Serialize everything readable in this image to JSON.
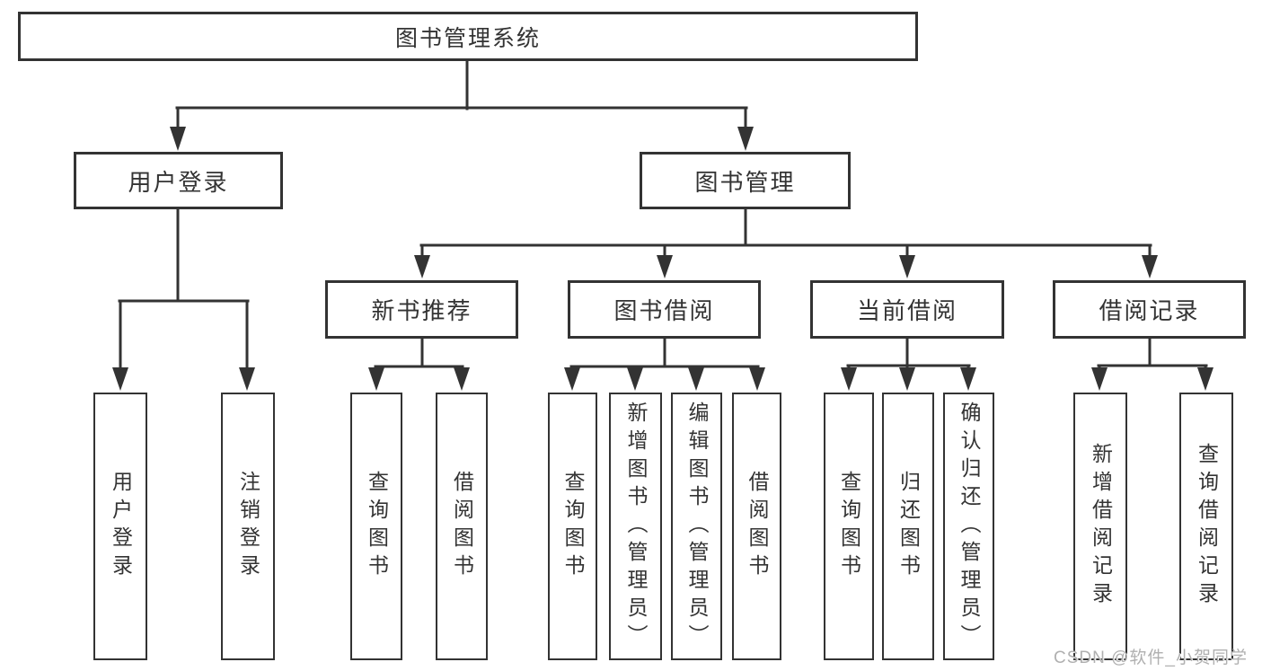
{
  "diagram": {
    "type": "functional-structure-tree",
    "title": "图书管理系统",
    "colors": {
      "line": "#333333",
      "box_border": "#333333",
      "box_fill": "#ffffff",
      "text": "#333333",
      "watermark_text_color": "#b0b0b0",
      "background": "#ffffff"
    }
  },
  "tree": {
    "root": "图书管理系统",
    "children": [
      {
        "label": "用户登录",
        "children": [
          "用户登录",
          "注销登录"
        ]
      },
      {
        "label": "图书管理",
        "children": [
          {
            "label": "新书推荐",
            "children": [
              "查询图书",
              "借阅图书"
            ]
          },
          {
            "label": "图书借阅",
            "children": [
              "查询图书",
              "新增图书（管理员）",
              "编辑图书（管理员）",
              "借阅图书"
            ]
          },
          {
            "label": "当前借阅",
            "children": [
              "查询图书",
              "归还图书",
              "确认归还（管理员）"
            ]
          },
          {
            "label": "借阅记录",
            "children": [
              "新增借阅记录",
              "查询借阅记录"
            ]
          }
        ]
      }
    ]
  },
  "watermark": {
    "text": "CSDN @软件_小贺同学"
  }
}
